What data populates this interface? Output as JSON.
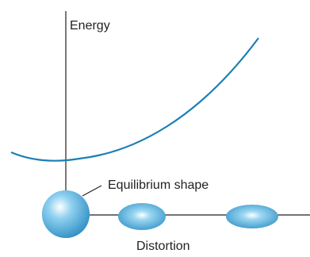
{
  "labels": {
    "energy": "Energy",
    "equilibrium": "Equilibrium shape",
    "distortion": "Distortion"
  },
  "colors": {
    "curve": "#1a7fb5",
    "axis": "#231f20",
    "shape_light": "#ffffff",
    "shape_mid": "#8fd0f0",
    "shape_dark": "#2f8fc4"
  }
}
